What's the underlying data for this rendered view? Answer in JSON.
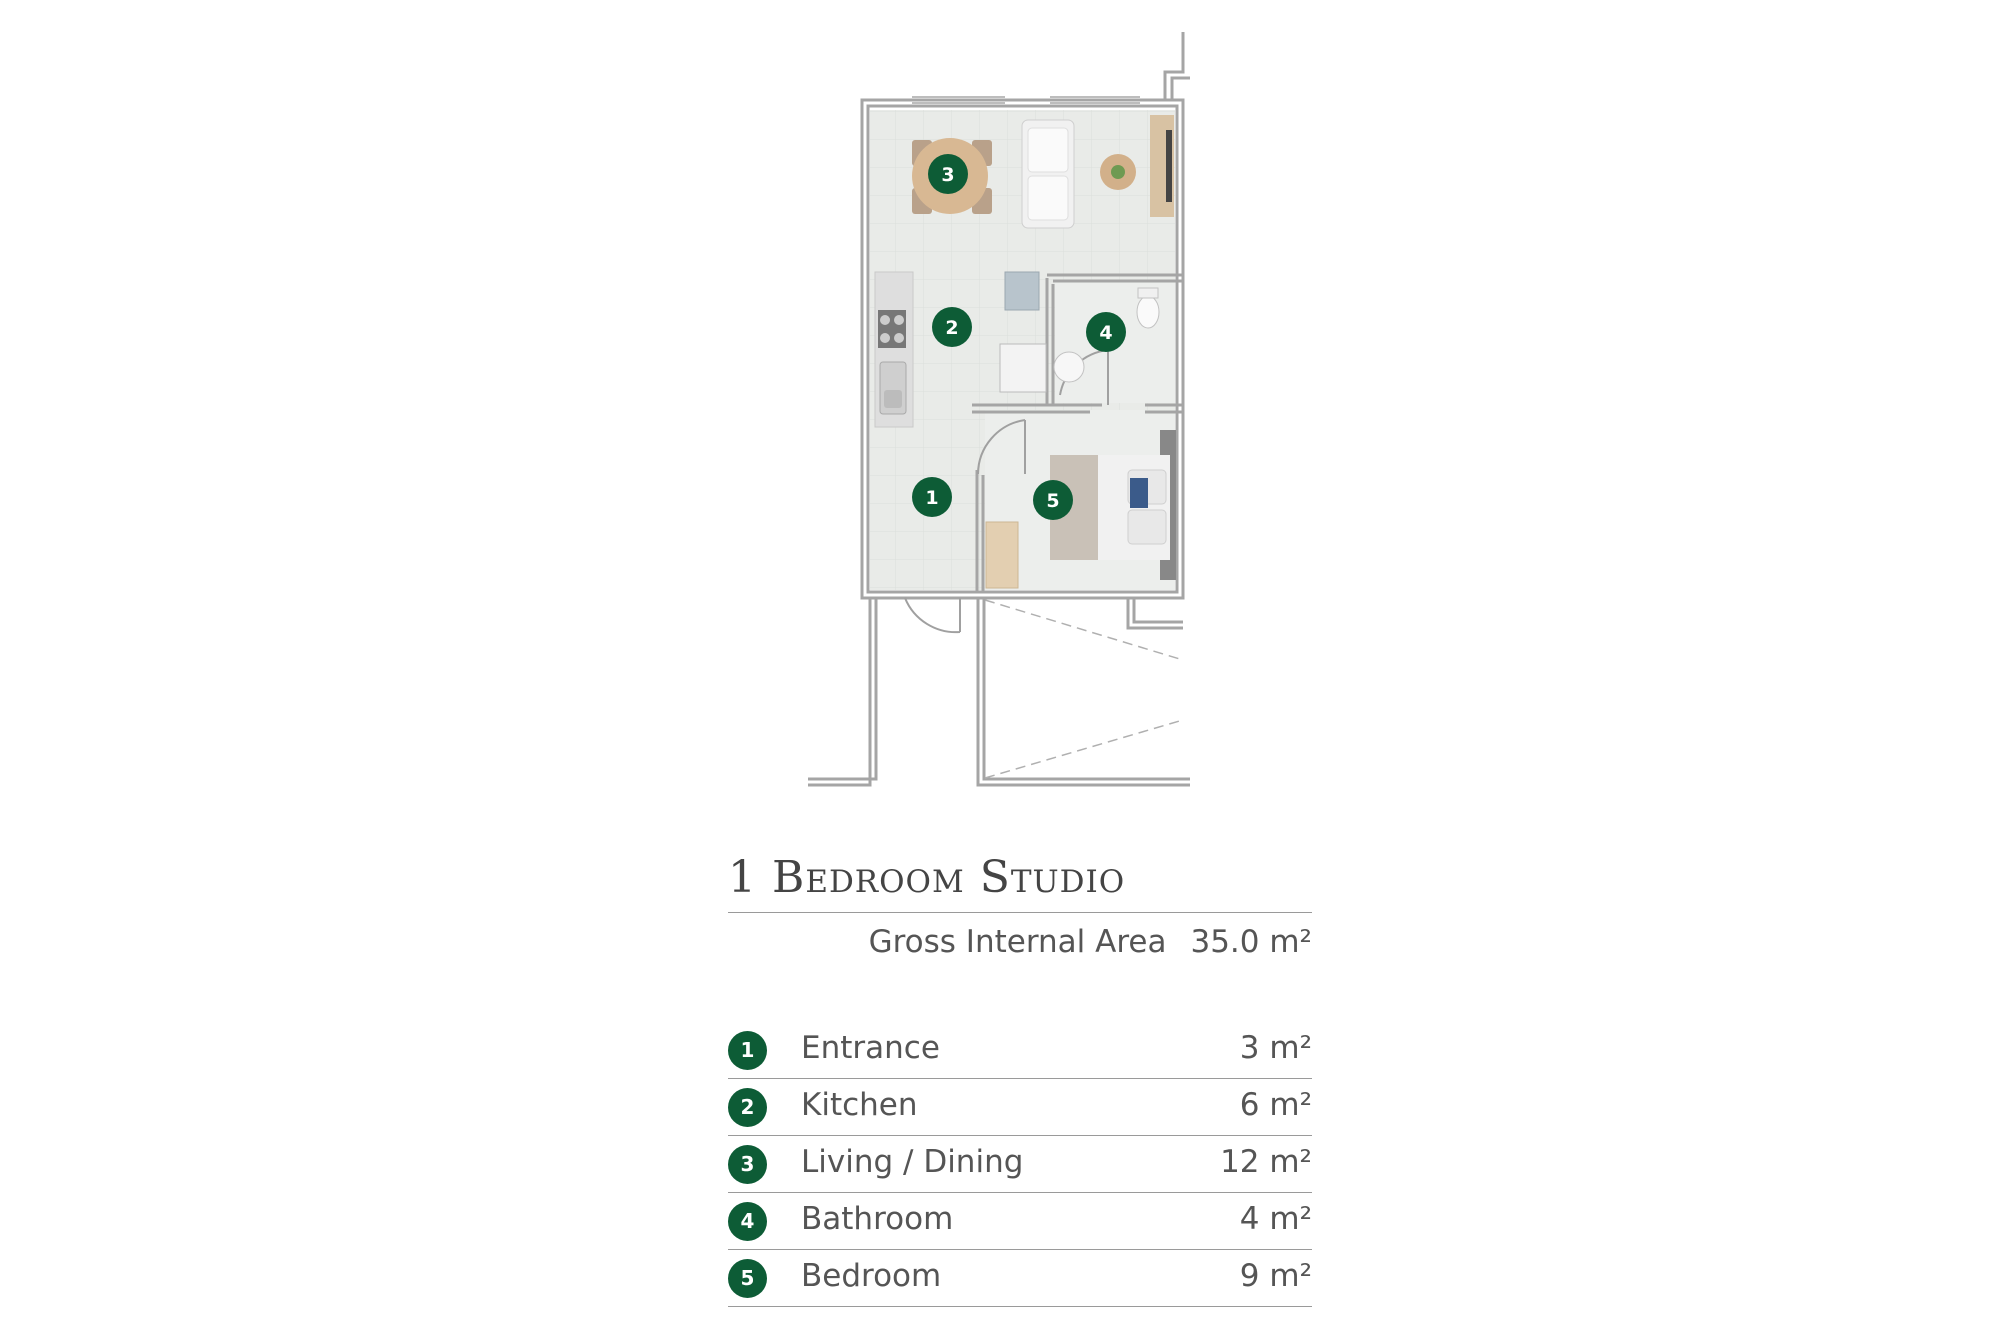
{
  "plan": {
    "badges": [
      "1",
      "2",
      "3",
      "4",
      "5"
    ]
  },
  "summary": {
    "title": "1 Bedroom Studio",
    "gia_label": "Gross Internal Area",
    "gia_value": "35.0 m²"
  },
  "rooms": [
    {
      "number": "1",
      "name": "Entrance",
      "area": "3 m²"
    },
    {
      "number": "2",
      "name": "Kitchen",
      "area": "6 m²"
    },
    {
      "number": "3",
      "name": "Living / Dining",
      "area": "12 m²"
    },
    {
      "number": "4",
      "name": "Bathroom",
      "area": "4 m²"
    },
    {
      "number": "5",
      "name": "Bedroom",
      "area": "9 m²"
    }
  ],
  "colors": {
    "badge": "#0d5c36",
    "floor": "#e9ebe8",
    "wall": "#9a9a9a",
    "text": "#555555"
  }
}
